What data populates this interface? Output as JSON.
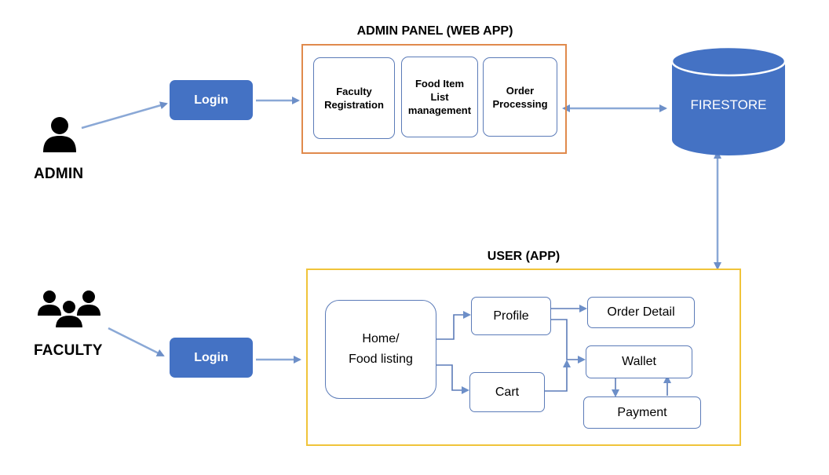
{
  "actors": {
    "admin_label": "ADMIN",
    "faculty_label": "FACULTY"
  },
  "login": {
    "admin_button": "Login",
    "faculty_button": "Login"
  },
  "admin_panel": {
    "title": "ADMIN PANEL (WEB APP)",
    "boxes": [
      "Faculty Registration",
      "Food Item List management",
      "Order Processing"
    ]
  },
  "database": {
    "label": "FIRESTORE"
  },
  "user_app": {
    "title": "USER (APP)",
    "home": "Home/\nFood listing",
    "profile": "Profile",
    "cart": "Cart",
    "order_detail": "Order Detail",
    "wallet": "Wallet",
    "payment": "Payment"
  },
  "colors": {
    "login_fill": "#4472c4",
    "arrow": "#7f9fd0",
    "admin_panel_border": "#e08a4c",
    "user_panel_border": "#f0c43a",
    "box_border": "#5b7bb8",
    "database_fill": "#4472c4"
  },
  "icons": {
    "admin": "person-icon",
    "faculty": "group-icon"
  }
}
